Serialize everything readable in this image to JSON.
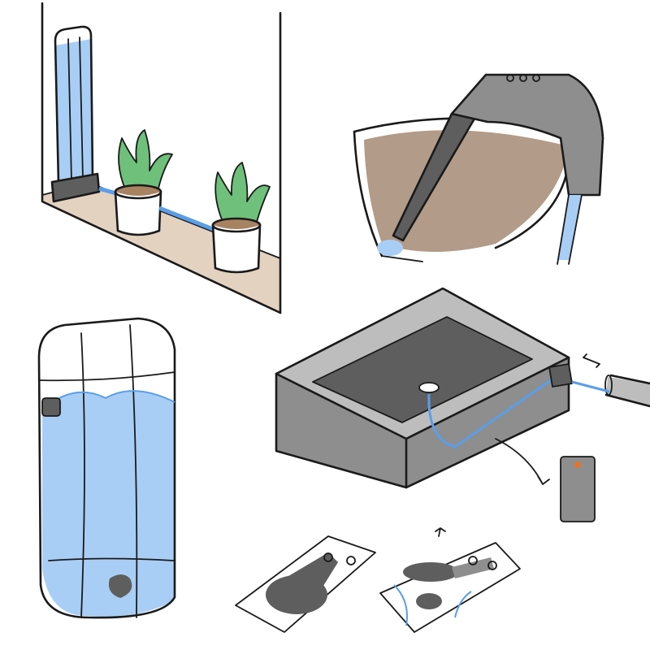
{
  "colors": {
    "ink": "#1a1a1a",
    "water": "#a9cef5",
    "water_line": "#5a9ee8",
    "leaf": "#6fc07a",
    "soil": "#a88362",
    "sill": "#e3d2c0",
    "dark_gray": "#5e5e5e",
    "mid_gray": "#8e8e8e",
    "light_gray": "#bdbdbd",
    "muddy_water": "#b29b88",
    "orange_dot": "#e2742c"
  },
  "panels": [
    {
      "name": "window-sill-planters",
      "icons": [
        "water-column-icon",
        "plant-pot-icon",
        "plant-pot-icon"
      ]
    },
    {
      "name": "sink-drain-hose",
      "icons": [
        "faucet-icon",
        "hose-icon",
        "basin-icon"
      ]
    },
    {
      "name": "water-bag",
      "icons": [
        "bag-icon",
        "valve-icon"
      ]
    },
    {
      "name": "tray-with-fittings",
      "icons": [
        "tray-icon",
        "connector-icon",
        "pipe-icon",
        "filter-cartridge-icon"
      ]
    },
    {
      "name": "flap-valves",
      "icons": [
        "closed-flap-icon",
        "open-flap-icon"
      ]
    }
  ]
}
